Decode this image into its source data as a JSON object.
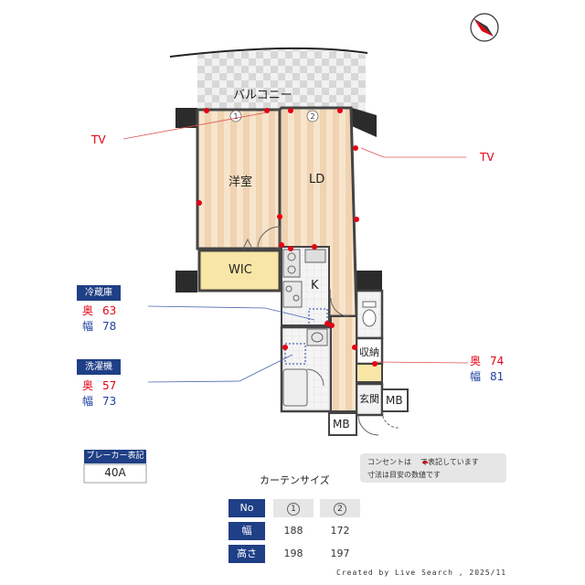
{
  "compass": {
    "icon": "compass-icon"
  },
  "rooms": {
    "balcony": "バルコニー",
    "western_room": "洋室",
    "living": "LD",
    "wic": "WIC",
    "kitchen": "K",
    "storage": "収納",
    "entrance": "玄関",
    "mb_right": "MB",
    "mb_bottom": "MB"
  },
  "window_markers": [
    "1",
    "2"
  ],
  "tv_labels": [
    "TV",
    "TV"
  ],
  "fridge": {
    "label": "冷蔵庫",
    "depth_label": "奥",
    "depth": "63",
    "width_label": "幅",
    "width": "78"
  },
  "washer": {
    "label": "洗濯機",
    "depth_label": "奥",
    "depth": "57",
    "width_label": "幅",
    "width": "73"
  },
  "right_dims": {
    "depth_label": "奥",
    "depth": "74",
    "width_label": "幅",
    "width": "81"
  },
  "breaker": {
    "label": "ブレーカー表記",
    "value": "40A"
  },
  "notes": {
    "line1_a": "コンセントは",
    "line1_b": "で表記しています",
    "line2": "寸法は目安の数値です"
  },
  "curtain": {
    "title": "カーテンサイズ",
    "headers": [
      "No",
      "1",
      "2"
    ],
    "rows": [
      {
        "label": "幅",
        "values": [
          "188",
          "172"
        ]
      },
      {
        "label": "高さ",
        "values": [
          "198",
          "197"
        ]
      }
    ]
  },
  "credit": "Created by Live Search , 2025/11",
  "colors": {
    "navy": "#1f3f86",
    "outlet": "#e60012",
    "floor_wood": "#f3dcc0",
    "wic": "#f7e6a6"
  }
}
